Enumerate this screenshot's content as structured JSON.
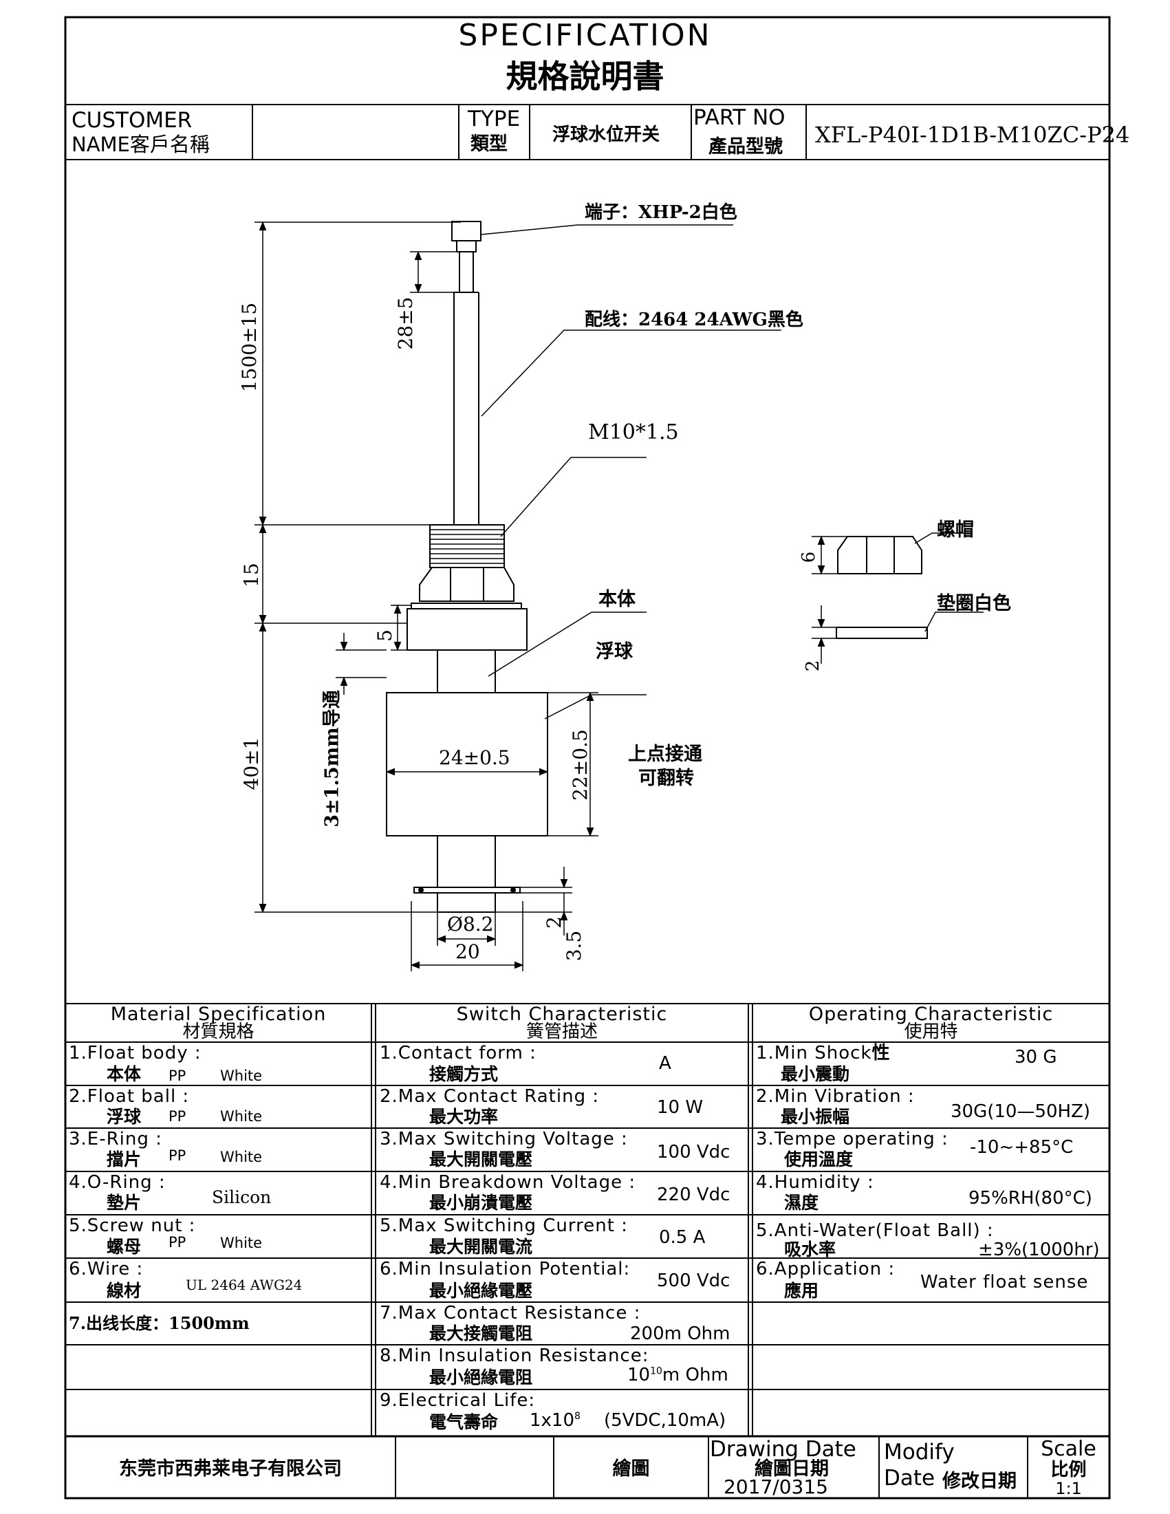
{
  "header": {
    "title_en": "SPECIFICATION",
    "title_zh": "規格說明書"
  },
  "info": {
    "customer_label_en": "CUSTOMER",
    "customer_label_zh": "NAME客戶名稱",
    "customer_value": "",
    "type_label_en": "TYPE",
    "type_label_zh": "類型",
    "type_value": "浮球水位开关",
    "part_label_en": "PART NO",
    "part_label_zh": "產品型號",
    "part_value": "XFL-P40I-1D1B-M10ZC-P24"
  },
  "drawing": {
    "terminal_label": "端子：XHP-2白色",
    "wire_label": "配线：2464 24AWG黑色",
    "thread_label": "M10*1.5",
    "body_label": "本体",
    "float_label": "浮球",
    "nut_label": "螺帽",
    "washer_label": "垫圈白色",
    "contact_note_1": "上点接通",
    "contact_note_2": "可翻转",
    "dim_total_length": "1500±15",
    "dim_strip": "28±5",
    "dim_thread": "15",
    "dim_flange": "5",
    "dim_float_height": "22±0.5",
    "dim_float_dia": "24±0.5",
    "dim_stroke": "3±1.5mm导通",
    "dim_stem": "40±1",
    "dim_bottom_dia": "Ø8.2",
    "dim_bottom_width": "20",
    "dim_clip": "2",
    "dim_tip": "3.5",
    "dim_nut": "6",
    "dim_washer": "2"
  },
  "table": {
    "headers": [
      {
        "en": "Material  Specification",
        "zh": "材質規格"
      },
      {
        "en": "Switch  Characteristic",
        "zh": "簧管描述"
      },
      {
        "en": "Operating  Characteristic",
        "zh": "使用特"
      }
    ],
    "material": [
      {
        "en": "1.Float  body :",
        "zh": "本体",
        "val1": "PP",
        "val2": "White"
      },
      {
        "en": "2.Float  ball :",
        "zh": "浮球",
        "val1": "PP",
        "val2": "White"
      },
      {
        "en": "3.E-Ring :",
        "zh": "擋片",
        "val1": "PP",
        "val2": "White"
      },
      {
        "en": "4.O-Ring :",
        "zh": "墊片",
        "val1": "Silicon",
        "val2": ""
      },
      {
        "en": "5.Screw  nut :",
        "zh": "螺母",
        "val1": "PP",
        "val2": "White"
      },
      {
        "en": "6.Wire :",
        "zh": "線材",
        "val1": "UL 2464 AWG24",
        "val2": ""
      },
      {
        "en": "7.出线长度：1500mm",
        "zh": "",
        "val1": "",
        "val2": ""
      }
    ],
    "switch": [
      {
        "en": "1.Contact  form :",
        "zh": "接觸方式",
        "value": "A"
      },
      {
        "en": "2.Max  Contact  Rating :",
        "zh": "最大功率",
        "value": "10  W"
      },
      {
        "en": "3.Max  Switching  Voltage :",
        "zh": "最大開關電壓",
        "value": "100  Vdc"
      },
      {
        "en": "4.Min  Breakdown  Voltage :",
        "zh": "最小崩潰電壓",
        "value": "220  Vdc"
      },
      {
        "en": "5.Max  Switching  Current :",
        "zh": "最大開關電流",
        "value": "0.5  A"
      },
      {
        "en": "6.Min  Insulation  Potential:",
        "zh": "最小絕緣電壓",
        "value": "500  Vdc"
      },
      {
        "en": "7.Max  Contact  Resistance :",
        "zh": "最大接觸電阻",
        "value": "200m  Ohm"
      },
      {
        "en": "8.Min  Insulation  Resistance:",
        "zh": "最小絕緣電阻",
        "value": "10",
        "value_sup": "10",
        "value_tail": "m  Ohm"
      },
      {
        "en": "9.Electrical  Life:",
        "zh": "電气壽命",
        "value": "1x10",
        "value_sup": "8",
        "value_tail": "(5VDC,10mA)"
      }
    ],
    "operating": [
      {
        "en": "1.Min  Shock",
        "en_tail": "性",
        "zh": "最小震動",
        "value": "30  G"
      },
      {
        "en": "2.Min  Vibration :",
        "zh": "最小振幅",
        "value": "30G(10—50HZ)"
      },
      {
        "en": "3.Tempe  operating :",
        "zh": "使用溫度",
        "value": "-10~+85°C"
      },
      {
        "en": "4.Humidity :",
        "zh": "濕度",
        "value": "95%RH(80°C)"
      },
      {
        "en": "5.Anti-Water(Float  Ball) :",
        "zh": "吸水率",
        "value": "±3%(1000hr)"
      },
      {
        "en": "6.Application :",
        "zh": "應用",
        "value": "Water  float  sense"
      }
    ]
  },
  "footer": {
    "company": "东莞市西弗莱电子有限公司",
    "drawn_label": "繪圖",
    "drawing_date_en": "Drawing  Date",
    "drawing_date_zh": "繪圖日期",
    "drawing_date_value": "2017/0315",
    "modify_en_1": "Modify",
    "modify_en_2": "Date",
    "modify_zh": "修改日期",
    "scale_en": "Scale",
    "scale_zh": "比例",
    "scale_value": "1:1"
  }
}
